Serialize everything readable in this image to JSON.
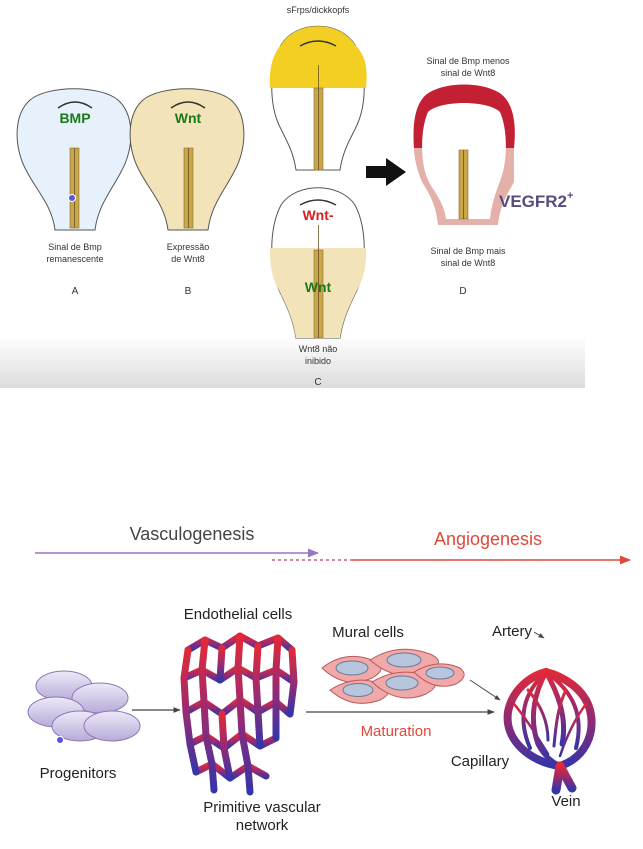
{
  "top_panel": {
    "A": {
      "gene": "BMP",
      "caption_line1": "Sinal de Bmp",
      "caption_line2": "remanescente",
      "letter": "A"
    },
    "B": {
      "gene": "Wnt",
      "caption_line1": "Expressão",
      "caption_line2": "de Wnt8",
      "letter": "B"
    },
    "C": {
      "top_label": "sFrps/dickkopfs",
      "upper_label": "Wnt-",
      "lower_label": "Wnt",
      "caption_line1": "Wnt8 não",
      "caption_line2": "inibido",
      "letter": "C"
    },
    "D": {
      "top_caption_line1": "Sinal de Bmp menos",
      "top_caption_line2": "sinal de Wnt8",
      "marker": "VEGFR2",
      "marker_sup": "+",
      "bottom_caption_line1": "Sinal de Bmp mais",
      "bottom_caption_line2": "sinal de Wnt8",
      "letter": "D"
    }
  },
  "bottom_panel": {
    "stage_left": "Vasculogenesis",
    "stage_right": "Angiogenesis",
    "progenitors": "Progenitors",
    "endothelial_cells": "Endothelial cells",
    "network_line1": "Primitive vascular",
    "network_line2": "network",
    "mural_cells": "Mural cells",
    "maturation": "Maturation",
    "artery": "Artery",
    "capillary": "Capillary",
    "vein": "Vein"
  },
  "colors": {
    "bmp_green": "#1a7a1a",
    "wnt_red": "#d32020",
    "embryo_blue": "#e6f1fb",
    "embryo_tan": "#f3e3b8",
    "sfrp_yellow": "#f2cf22",
    "bmp_minus_red": "#c42034",
    "bmp_plus_pink": "#e4b0aa",
    "vegfr2_purple": "#5b4a7e",
    "vasculogenesis_purple": "#9777c2",
    "angiogenesis_red": "#e2483a",
    "vessel_red": "#d8283a",
    "vessel_blue": "#3d3ba8",
    "progenitor_lilac": "#c9bfe3",
    "mural_pink": "#f0a8a8"
  }
}
